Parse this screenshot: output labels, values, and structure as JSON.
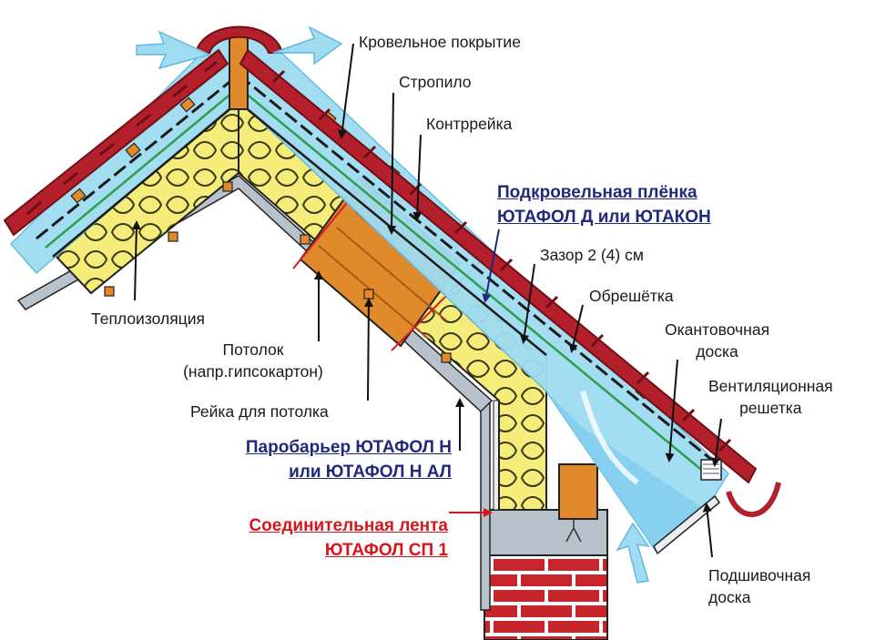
{
  "labels": {
    "roof_covering": "Кровельное покрытие",
    "rafter": "Стропило",
    "counter_batten": "Контррейка",
    "membrane_line1": "Подкровельная плёнка",
    "membrane_line2": "ЮТАФОЛ Д или ЮТАКОН",
    "gap": "Зазор 2 (4) см",
    "batten": "Обрешётка",
    "edge_board_line1": "Окантовочная",
    "edge_board_line2": "доска",
    "vent_grille_line1": "Вентиляционная",
    "vent_grille_line2": "решетка",
    "insulation": "Теплоизоляция",
    "ceiling_line1": "Потолок",
    "ceiling_line2": "(напр.гипсокартон)",
    "ceiling_rail": "Рейка для потолка",
    "vapor_line1": "Паробарьер ЮТАФОЛ Н",
    "vapor_line2": "или ЮТАФОЛ Н АЛ",
    "tape_line1": "Соединительная лента",
    "tape_line2": "ЮТАФОЛ СП 1",
    "soffit_line1": "Подшивочная",
    "soffit_line2": "доска"
  },
  "colors": {
    "tile": "#b3202b",
    "tile_dark": "#6e0f16",
    "air": "#9fdcf2",
    "air_dark": "#5fb9e0",
    "insulation": "#f6ec7a",
    "wood": "#e08a2c",
    "gray": "#b8c2cc",
    "membrane": "#1a1a1a",
    "green_film": "#2e9e4a",
    "brick": "#c8242c",
    "label_blue": "#1f2a7a",
    "label_red": "#d8151b"
  }
}
